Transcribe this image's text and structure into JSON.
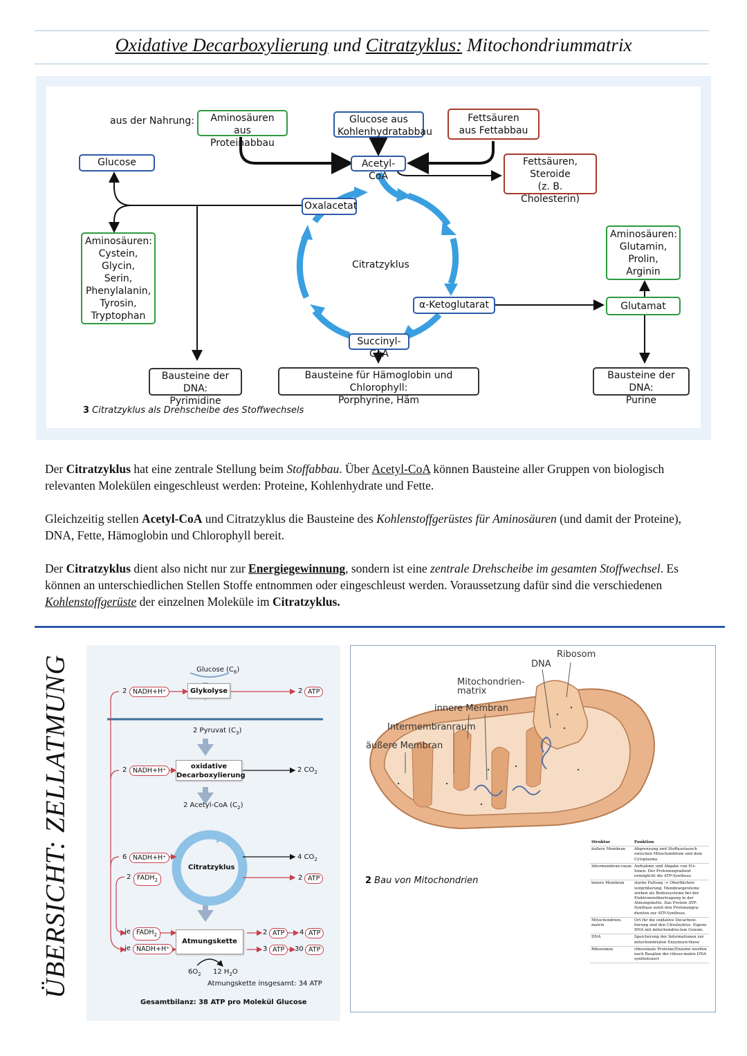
{
  "header": {
    "title_part1": "Oxidative Decarboxylierung",
    "title_part2": " und ",
    "title_part3": "Citratzyklus:",
    "title_part4": " Mitochondriummatrix"
  },
  "diagram1": {
    "from_food_label": "aus der Nahrung:",
    "amino_from_protein": "Aminosäuren aus\nProteinabbau",
    "glucose_from_carbs": "Glucose aus\nKohlenhydratabbau",
    "fatty_from_fat": "Fettsäuren\naus Fettabbau",
    "glucose": "Glucose",
    "acetyl_coa": "Acetyl-CoA",
    "fatty_steroids": "Fettsäuren,\nSteroide\n(z. B. Cholesterin)",
    "oxalacetat": "Oxalacetat",
    "citrate_cycle": "Citratzyklus",
    "amino_left": "Aminosäuren:\nCystein,\nGlycin,\nSerin,\nPhenylalanin,\nTyrosin,\nTryptophan",
    "amino_right": "Aminosäuren:\nGlutamin,\nProlin,\nArginin",
    "ketoglutarat": "α-Ketoglutarat",
    "glutamat": "Glutamat",
    "succinyl": "Succinyl-CoA",
    "dna_pyrimidine": "Bausteine der DNA:\nPyrimidine",
    "hemoglobin": "Bausteine für Hämoglobin und Chlorophyll:\nPorphyrine, Häm",
    "dna_purine": "Bausteine der DNA:\nPurine",
    "caption_num": "3",
    "caption_text": " Citratzyklus als Drehscheibe des Stoffwechsels",
    "colors": {
      "blue": "#2c5aa8",
      "green": "#2e9a3e",
      "red": "#a63a2a",
      "cycle": "#3a9fe0"
    }
  },
  "text": {
    "p1": [
      {
        "t": "Der ",
        "s": ""
      },
      {
        "t": "Citratzyklus",
        "s": "b"
      },
      {
        "t": " hat eine zentrale Stellung beim ",
        "s": ""
      },
      {
        "t": "Stoffabbau",
        "s": "i"
      },
      {
        "t": ". Über ",
        "s": ""
      },
      {
        "t": "Acetyl-CoA",
        "s": "u"
      },
      {
        "t": " können Bausteine aller Gruppen von biologisch relevanten Molekülen eingeschleust werden: Proteine, Kohlenhydrate und Fette.",
        "s": ""
      }
    ],
    "p2": [
      {
        "t": "Gleichzeitig stellen ",
        "s": ""
      },
      {
        "t": "Acetyl-CoA",
        "s": "b"
      },
      {
        "t": " und Citratzyklus die Bausteine des ",
        "s": ""
      },
      {
        "t": "Kohlenstoffgerüstes für Aminosäuren",
        "s": "i"
      },
      {
        "t": " (und damit der Proteine), DNA, Fette, Hämoglobin und Chlorophyll bereit.",
        "s": ""
      }
    ],
    "p3": [
      {
        "t": "Der ",
        "s": ""
      },
      {
        "t": "Citratzyklus",
        "s": "b"
      },
      {
        "t": " dient also nicht nur zur ",
        "s": ""
      },
      {
        "t": "Energiegewinnung",
        "s": "bu"
      },
      {
        "t": ", sondern ist eine ",
        "s": ""
      },
      {
        "t": "zentrale Drehscheibe im gesamten Stoffwechsel",
        "s": "i"
      },
      {
        "t": ". Es können an unterschiedlichen Stellen Stoffe entnommen oder eingeschleust werden. Voraussetzung dafür sind die verschiedenen ",
        "s": ""
      },
      {
        "t": "Kohlenstoffgerüste",
        "s": "iu"
      },
      {
        "t": " der einzelnen Moleküle im ",
        "s": ""
      },
      {
        "t": "Citratzyklus.",
        "s": "b"
      }
    ]
  },
  "side_title": "ÜBERSICHT: ZELLATMUNG",
  "overview": {
    "glucose": "Glucose (C",
    "glucose_sub": "6",
    "glykolyse": "Glykolyse",
    "nadh_1": "2",
    "nadh_label": "NADH+H⁺",
    "atp_1": "2",
    "atp_label": "ATP",
    "pyruvat": "2 Pyruvat (C",
    "pyruvat_sub": "3",
    "ox_decarb": "oxidative\nDecarboxylierung",
    "nadh_2": "2",
    "co2_1": "2  CO",
    "co2_sub": "2",
    "acetyl": "2 Acetyl-CoA (C",
    "acetyl_sub": "2",
    "citrate": "Citratzyklus",
    "nadh_3": "6",
    "fadh_2": "2",
    "fadh_label": "FADH",
    "fadh_sub": "2",
    "co2_2": "4  CO",
    "atp_2": "2",
    "je_fadh": "je",
    "je_nadh": "je",
    "atmungskette": "Atmungskette",
    "atp_r1": "2",
    "atp_r2": "3",
    "atp_f1": "4",
    "atp_f2": "30",
    "o2": "6O",
    "o2_sub": "2",
    "h2o": "12 H",
    "h2o_sub": "2",
    "h2o_end": "O",
    "atmungskette_total": "Atmungskette insgesamt: 34 ATP",
    "total": "Gesamtbilanz: 38 ATP pro Molekül Glucose"
  },
  "mito": {
    "ribosom": "Ribosom",
    "dna": "DNA",
    "matrix": "Mitochondrien-\nmatrix",
    "inner_membrane": "innere Membran",
    "intermembrane": "Intermembranraum",
    "outer_membrane": "äußere Membran",
    "caption_num": "2",
    "caption_text": " Bau von Mitochondrien",
    "table_headers": [
      "Struktur",
      "Funktion"
    ],
    "table_rows": [
      [
        "äußere Membran",
        "Abgrenzung und Stoffaustausch zwischen Mitochondrium und dem Cytoplasma"
      ],
      [
        "Intermembran-raum",
        "Aufnahme und Abgabe von H+-Ionen. Der Protonengradient ermöglicht die ATP-Synthese."
      ],
      [
        "innere Membran",
        "starke Faltung -> Oberflächen-vergrößerung. Membranproteine wirken als Redoxsysteme bei der Elektronenübertragung in der Atmungskette. Das Protein ATP-Synthase nutzt den Protonengra-dienten zur ATP-Synthese."
      ],
      [
        "Mitochondrien-matrix",
        "Ort für die oxidative Decarboxi-lierung und den Citratzyklus. Eigene DNA mit mitochondria-lem Genom."
      ],
      [
        "DNA",
        "Speicherung der Informationen zur mitochondrialen Enzymsyn-these"
      ],
      [
        "Ribosomen",
        "ribosomale Proteine/Enzyme werden nach Bauplan der riboso-malen DNA synthetisiert"
      ]
    ]
  }
}
